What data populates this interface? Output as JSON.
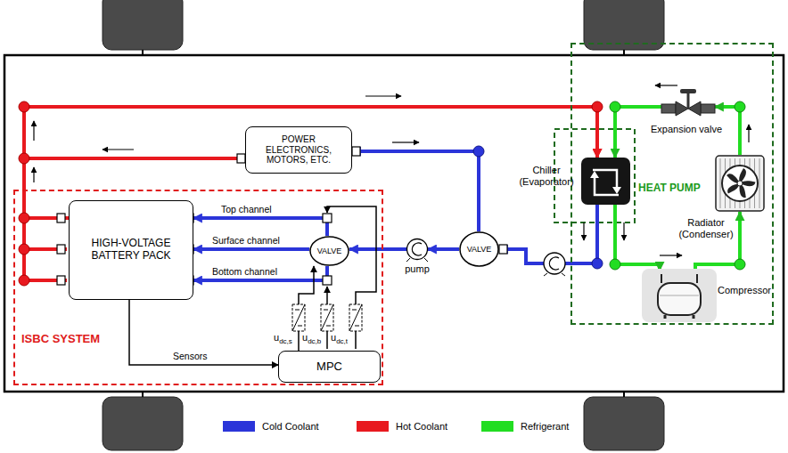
{
  "diagram": {
    "nodes": [
      {
        "text": [
          "ISBC SYSTEM"
        ]
      },
      {
        "text": [
          "HIGH-VOLTAGE BATTERY PACK"
        ],
        "in": 0
      },
      {
        "text": [
          "VALVE"
        ],
        "in": 0
      },
      {
        "text": [
          "MPC"
        ],
        "in": 0
      },
      {
        "text": [
          "POWER ELECTRONICS, MOTORS, ETC."
        ]
      },
      {
        "text": [
          "VALVE"
        ]
      },
      {
        "text": [
          "pump"
        ]
      },
      {
        "text": [
          "HEAT PUMP"
        ]
      },
      {
        "text": [
          "Chiller (Evaporator)"
        ],
        "in": 7
      },
      {
        "text": [
          "Expansion valve"
        ],
        "in": 7
      },
      {
        "text": [
          "Radiator (Condenser)"
        ],
        "in": 7
      },
      {
        "text": [
          "Compressor"
        ],
        "in": 7
      }
    ],
    "edges": [
      {
        "from": 2,
        "to": 1,
        "arrow": "to",
        "label": "Top channel"
      },
      {
        "from": 2,
        "to": 1,
        "arrow": "to",
        "label": "Surface channel"
      },
      {
        "from": 2,
        "to": 1,
        "arrow": "to",
        "label": "Bottom channel"
      },
      {
        "from": 6,
        "to": 2,
        "arrow": "to"
      },
      {
        "from": 5,
        "to": 6,
        "arrow": "to"
      },
      {
        "from": 8,
        "to": 5,
        "arrow": "to"
      },
      {
        "from": 5,
        "to": 4,
        "arrow": "to"
      },
      {
        "from": 4,
        "to": 8,
        "arrow": "to"
      },
      {
        "from": 1,
        "to": 8,
        "arrow": "to"
      },
      {
        "from": 1,
        "to": 3,
        "arrow": "to",
        "label": "Sensors"
      },
      {
        "from": 3,
        "to": 2,
        "arrow": "to"
      },
      {
        "from": 8,
        "to": 11,
        "arrow": "to"
      },
      {
        "from": 11,
        "to": 10,
        "arrow": "to"
      },
      {
        "from": 10,
        "to": 9,
        "arrow": "to"
      },
      {
        "from": 9,
        "to": 8,
        "arrow": "to"
      }
    ],
    "labels": [
      "udc,s",
      "udc,b",
      "udc,t"
    ],
    "legend": [
      {
        "text": "Cold Coolant",
        "color": "#2b35d9"
      },
      {
        "text": "Hot Coolant",
        "color": "#e8191f"
      },
      {
        "text": "Refrigerant",
        "color": "#22dd22"
      }
    ]
  }
}
